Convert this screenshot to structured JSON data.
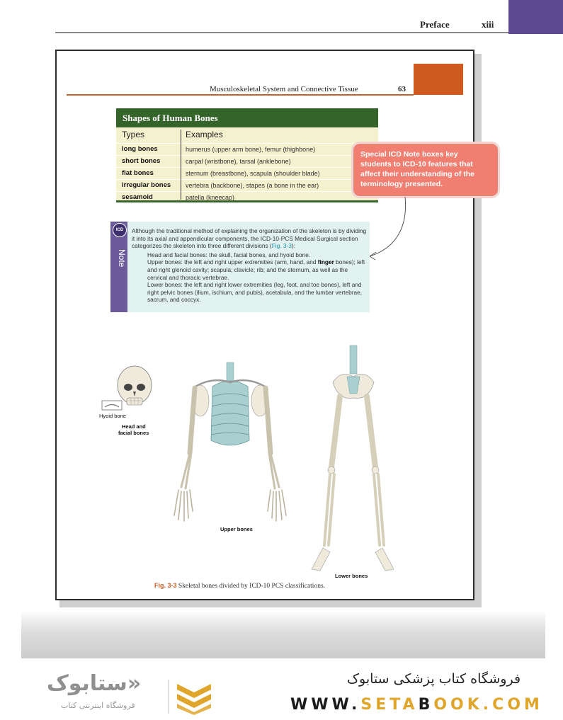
{
  "header": {
    "title": "Preface",
    "page": "xiii"
  },
  "inner_page": {
    "title": "Musculoskeletal System and Connective Tissue",
    "page": "63"
  },
  "bones_table": {
    "title": "Shapes of Human Bones",
    "col_types": "Types",
    "col_examples": "Examples",
    "rows": [
      {
        "type": "long bones",
        "example": "humerus (upper arm bone), femur (thighbone)"
      },
      {
        "type": "short bones",
        "example": "carpal (wristbone), tarsal (anklebone)"
      },
      {
        "type": "flat bones",
        "example": "sternum (breastbone), scapula (shoulder blade)"
      },
      {
        "type": "irregular bones",
        "example": "vertebra (backbone), stapes (a bone in the ear)"
      },
      {
        "type": "sesamoid",
        "example": "patella (kneecap)"
      }
    ]
  },
  "callout": {
    "line1": "Special ICD Note  boxes key",
    "line2": "students to ICD-10 features that",
    "line3": "affect their understanding of the",
    "line4": "terminology presented."
  },
  "note": {
    "badge": "ICD",
    "label": "Note",
    "intro": "Although the traditional method of explaining the organization of the skeleton is by dividing it into its axial and appendicular components, the ICD-10-PCS Medical Surgical section categorizes the skeleton into three different divisions (",
    "intro_ref": "Fig. 3-3",
    "intro_end": "):",
    "head": "Head and facial bones: the skull, facial bones, and hyoid bone.",
    "upper_a": "Upper bones: the left and right upper extremities (arm, hand, and ",
    "upper_bold": "finger",
    "upper_b": " bones); left and right glenoid cavity; scapula; clavicle; rib; and the sternum, as well as the cervical and thoracic vertebrae.",
    "lower": "Lower bones: the left and right lower extremities (leg, foot, and toe bones), left and right pelvic bones (ilium, ischium, and pubis), acetabula, and the lumbar vertebrae, sacrum, and coccyx."
  },
  "figure": {
    "hyoid_label": "Hyoid bone",
    "head_label_1": "Head and",
    "head_label_2": "facial bones",
    "upper_label": "Upper bones",
    "lower_label": "Lower bones",
    "caption_ref": "Fig. 3-3",
    "caption_text": "Skeletal bones divided by ICD-10 PCS classifications."
  },
  "footer": {
    "logo_text": "ستابوک»",
    "logo_sub": "فروشگاه اینترنتی کتاب",
    "store_name": "فروشگاه کتاب پزشکی ستابوک",
    "url_a": "WWW.",
    "url_b": "SETA",
    "url_c": "B",
    "url_d": "OOK.COM"
  },
  "colors": {
    "header_tab": "#5d4a93",
    "orange": "#cf5a20",
    "table_green": "#35642a",
    "table_bg": "#f4f1cf",
    "callout": "#f07f72",
    "note_bg": "#e1f2f1",
    "note_side": "#6b5a9a",
    "bone": "#efeadb",
    "bone_blue": "#a9cfd0",
    "url_accent": "#e0a62b"
  }
}
